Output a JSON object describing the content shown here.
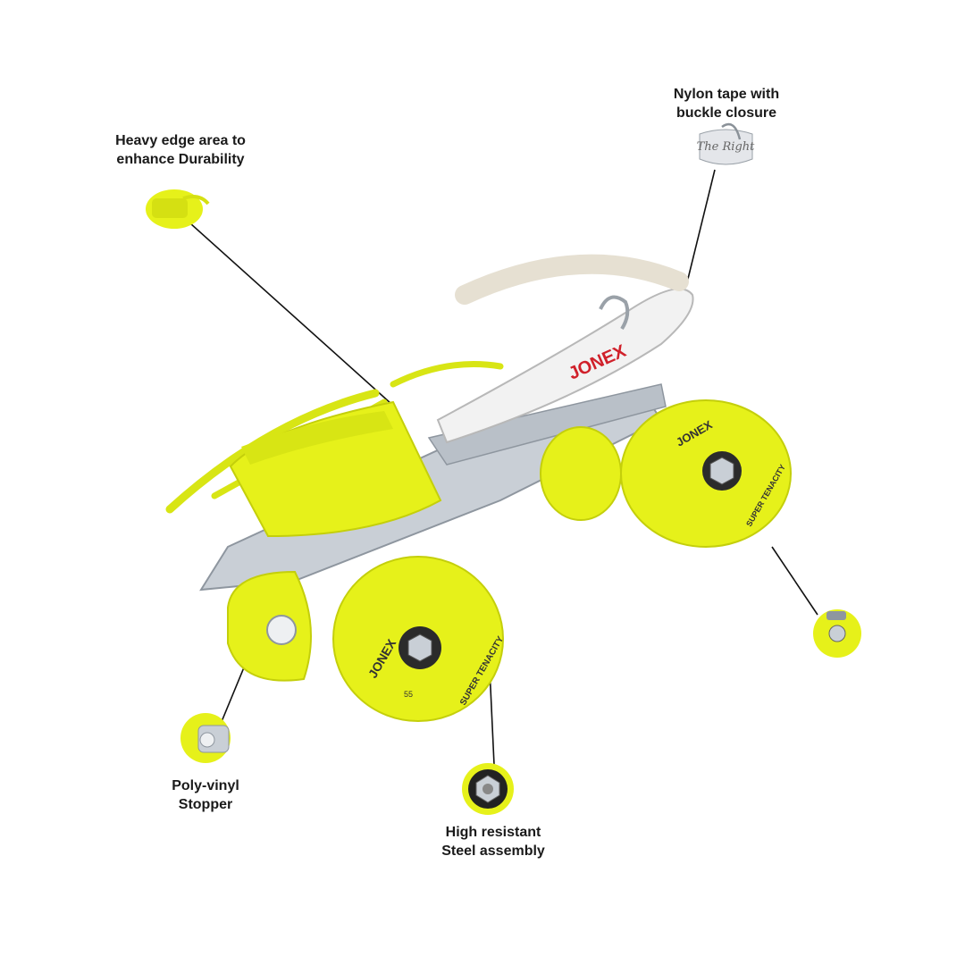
{
  "colors": {
    "accent": "#e6f11a",
    "accent_dark": "#c4cf0b",
    "metal": "#c9cfd6",
    "metal_dark": "#8e969f",
    "text": "#1a1a1a",
    "brand_red": "#d0202a"
  },
  "callouts": {
    "edge": {
      "line1": "Heavy edge area to",
      "line2": "enhance Durability"
    },
    "nylon": {
      "line1": "Nylon tape with",
      "line2": "buckle closure"
    },
    "stopper": {
      "line1": "Poly-vinyl",
      "line2": "Stopper"
    },
    "steel": {
      "line1": "High resistant",
      "line2": "Steel assembly"
    }
  },
  "product": {
    "brand": "JONEX",
    "strap_text": "The Right",
    "wheel_text": "SUPER TENACITY",
    "wheel_size": "55"
  }
}
